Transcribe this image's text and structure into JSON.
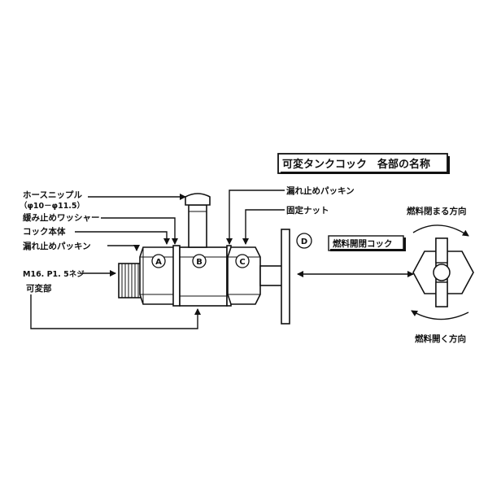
{
  "title": "可変タンクコック　各部の名称",
  "labels": {
    "hose_nipple": "ホースニップル",
    "hose_nipple_size": "（φ10－φ11.5）",
    "loosen_washer": "緩み止めワッシャー",
    "cock_body": "コック本体",
    "leak_packing_left": "漏れ止めパッキン",
    "thread": "M16. P1. 5ネジ",
    "variable_part": "可変部",
    "leak_packing_right": "漏れ止めパッキン",
    "fixing_nut": "固定ナット",
    "fuel_cock": "燃料開閉コック",
    "fuel_close_dir": "燃料閉まる方向",
    "fuel_open_dir": "燃料開く方向"
  },
  "markers": {
    "a": "A",
    "b": "B",
    "c": "C",
    "d": "D"
  }
}
